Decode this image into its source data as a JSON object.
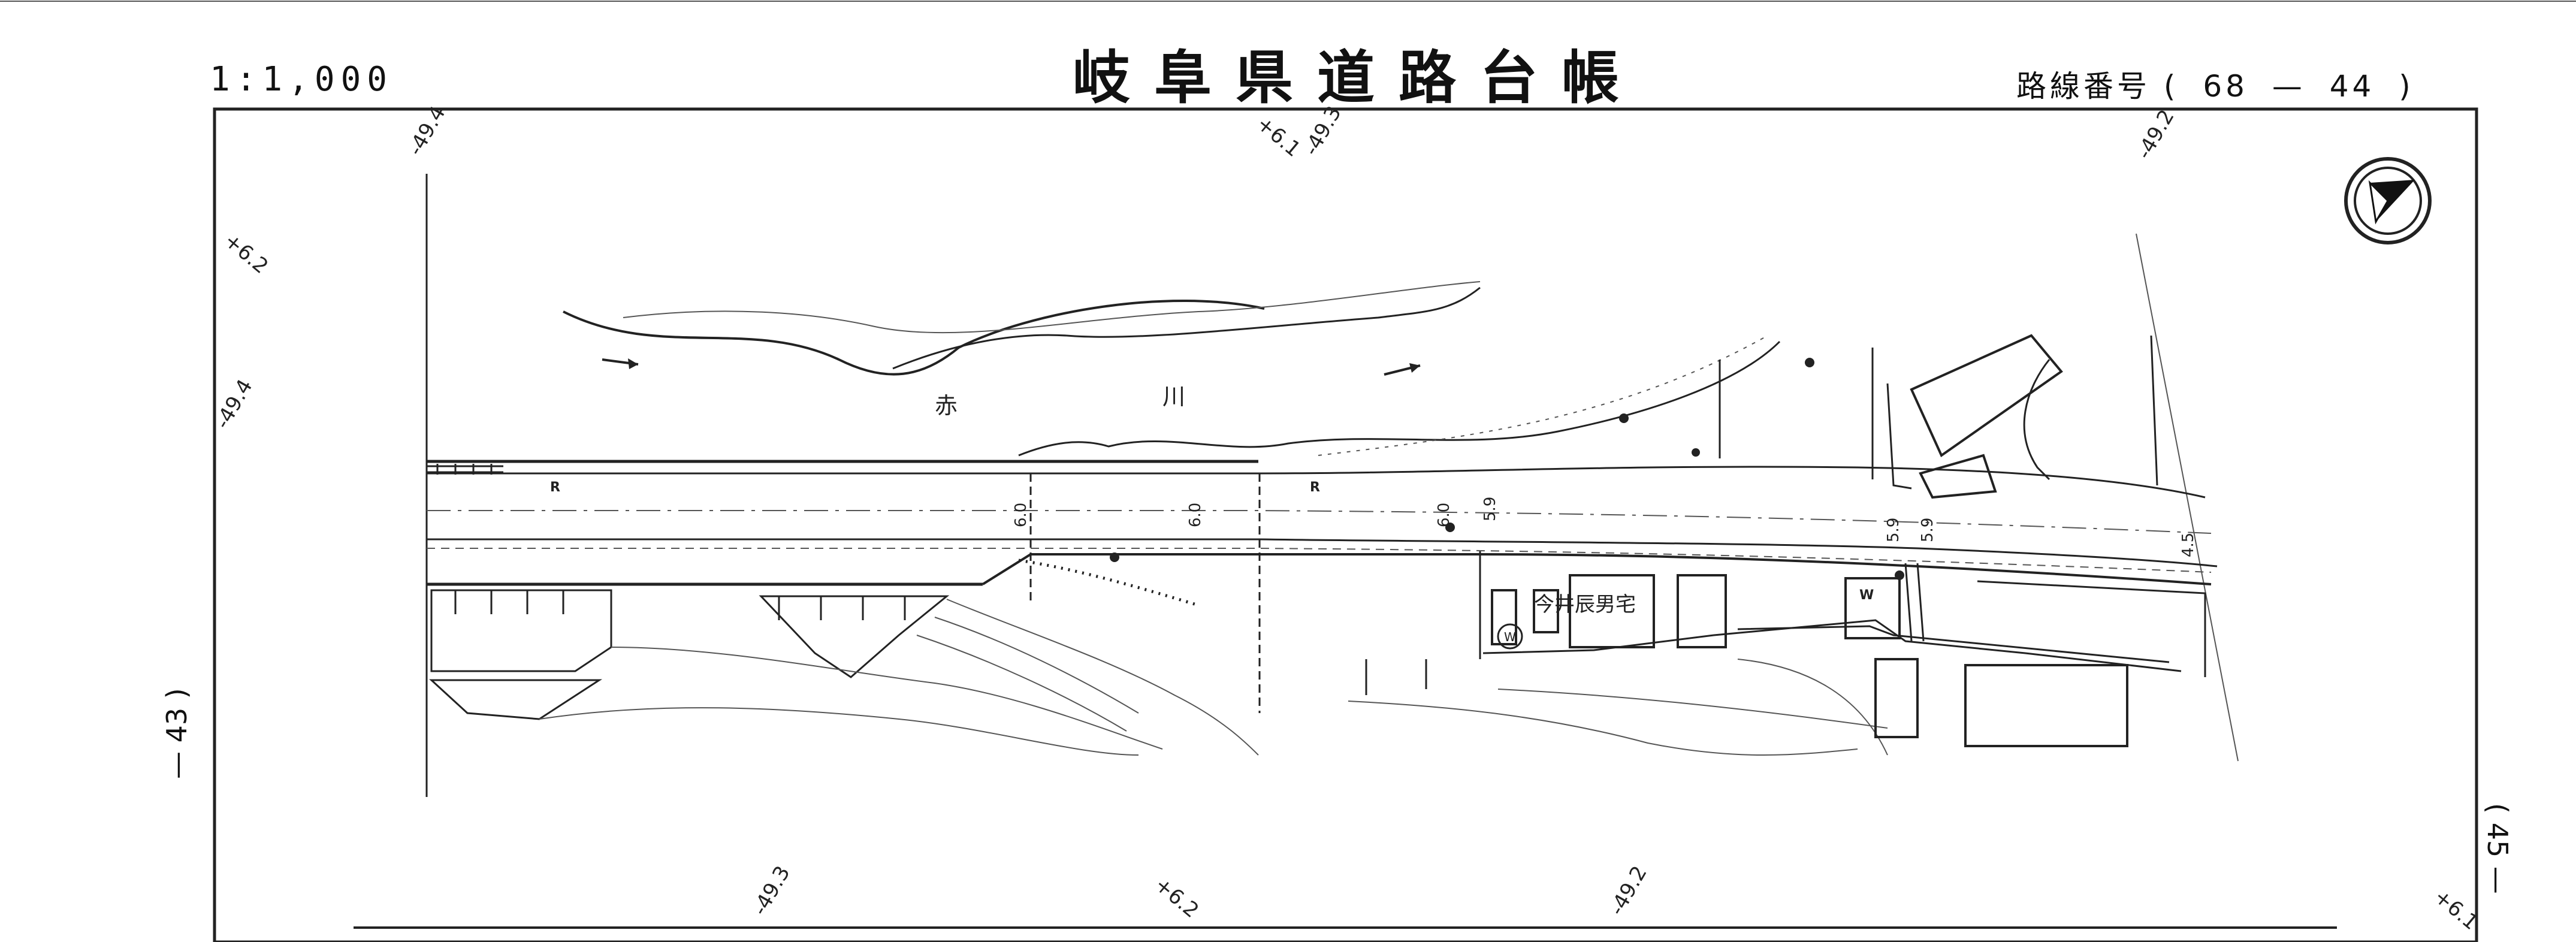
{
  "header": {
    "scale": "1:1,000",
    "title": "岐阜県道路台帳",
    "route_label": "路線番号 (",
    "route_primary": "68",
    "route_dash": "—",
    "route_secondary": "44",
    "route_close": ")"
  },
  "sheet_refs": {
    "left": "— 43 )",
    "right": "( 45 —"
  },
  "map": {
    "river_name_1": "赤",
    "river_name_2": "川",
    "owner_label": "今井辰男宅",
    "road_mark_r1": "R",
    "road_mark_r2": "R",
    "well_mark": "W",
    "well_mark_circled": "W",
    "widths": [
      "6.0",
      "6.0",
      "6.0",
      "5.9",
      "5.9",
      "5.9",
      "4.5"
    ],
    "grid_ticks": {
      "top": [
        "-49.4",
        "+6.1",
        "-49.3",
        "-49.2"
      ],
      "left": [
        "+6.2",
        "-49.4"
      ],
      "bottom": [
        "-49.3",
        "+6.2",
        "-49.2",
        "+6.1"
      ]
    }
  },
  "compass": {
    "icon": "north-arrow-icon"
  }
}
